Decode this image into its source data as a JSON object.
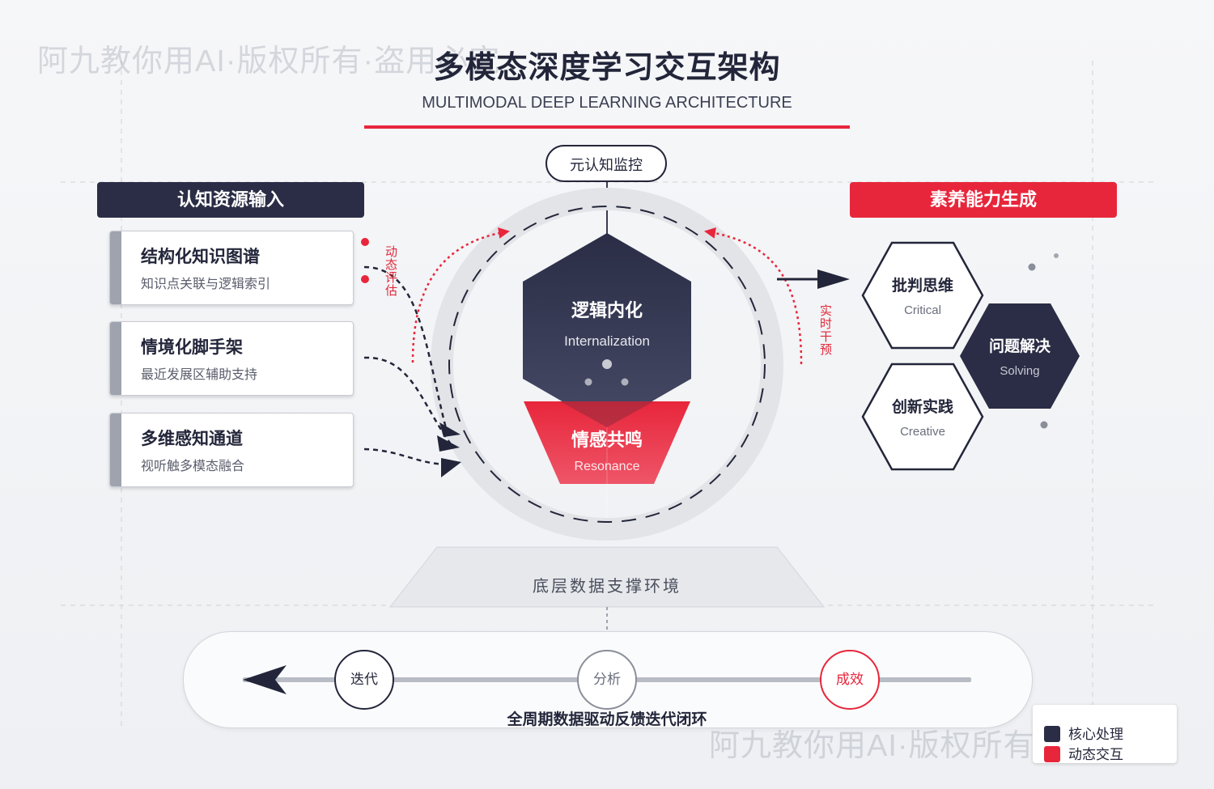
{
  "watermark": "阿九教你用AI·版权所有·盗用必究",
  "watermark_top": "阿九教你用AI·版权所有·盗用必究",
  "title": "多模态深度学习交互架构",
  "subtitle": "MULTIMODAL DEEP LEARNING ARCHITECTURE",
  "colors": {
    "dark": "#2a2d45",
    "red": "#e8263b",
    "accent_gray": "#9ea3ae"
  },
  "left": {
    "header": "认知资源输入",
    "cards": [
      {
        "title": "结构化知识图谱",
        "subtitle": "知识点关联与逻辑索引"
      },
      {
        "title": "情境化脚手架",
        "subtitle": "最近发展区辅助支持"
      },
      {
        "title": "多维感知通道",
        "subtitle": "视听触多模态融合"
      }
    ],
    "eval_label": "动态评估"
  },
  "center": {
    "monitor": "元认知监控",
    "core": {
      "title": "逻辑内化",
      "subtitle": "Internalization"
    },
    "emotion": {
      "title": "情感共鸣",
      "subtitle": "Resonance"
    },
    "base": "底层数据支撑环境",
    "intervene_label": "实时干预"
  },
  "right": {
    "header": "素养能力生成",
    "hexes": [
      {
        "title": "批判思维",
        "subtitle": "Critical"
      },
      {
        "title": "问题解决",
        "subtitle": "Solving"
      },
      {
        "title": "创新实践",
        "subtitle": "Creative"
      }
    ]
  },
  "pipeline": {
    "nodes": [
      "迭代",
      "分析",
      "成效"
    ],
    "caption": "全周期数据驱动反馈迭代闭环"
  },
  "legend": [
    {
      "label": "核心处理",
      "color": "#2a2d45"
    },
    {
      "label": "动态交互",
      "color": "#e8263b"
    }
  ]
}
